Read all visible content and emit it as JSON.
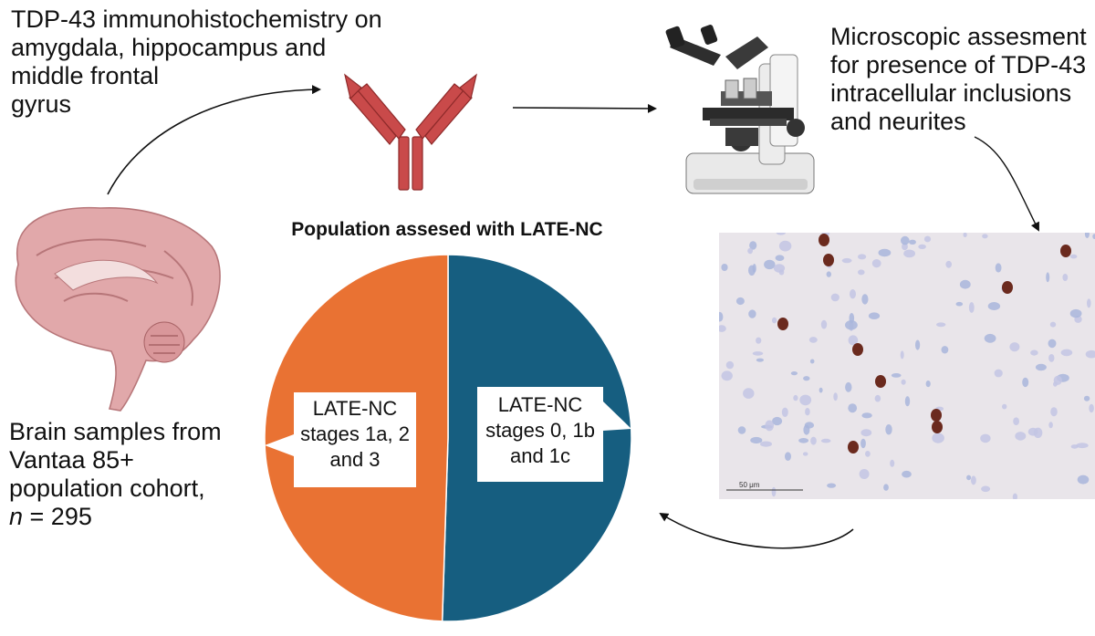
{
  "steps": {
    "tdp_staining": {
      "line1": "TDP-43 immunohistochemistry on",
      "line2": "amygdala, hippocampus and middle frontal",
      "line3": "gyrus"
    },
    "microscopy": {
      "line1": "Microscopic assesment",
      "line2": "for presence of TDP-43",
      "line3": "intracellular inclusions",
      "line4": "and neurites"
    },
    "brain_samples": {
      "line1": "Brain samples from",
      "line2": "Vantaa 85+",
      "line3": "population cohort,",
      "n_symbol": "n",
      "n_value": " = 295"
    }
  },
  "micrograph": {
    "scale_label": "50 μm"
  },
  "chart_data": {
    "type": "pie",
    "title": "Population assesed with LATE-NC",
    "slices": [
      {
        "label_lines": [
          "LATE-NC",
          "stages 0, 1b",
          "and 1c"
        ],
        "fraction": 0.505,
        "color": "#165e80"
      },
      {
        "label_lines": [
          "LATE-NC",
          "stages 1a, 2",
          "and 3"
        ],
        "fraction": 0.495,
        "color": "#e97233"
      }
    ]
  },
  "colors": {
    "antibody": "#c94a4a",
    "pie_blue": "#165e80",
    "pie_orange": "#e97233",
    "brain": "#e1a8aa"
  }
}
